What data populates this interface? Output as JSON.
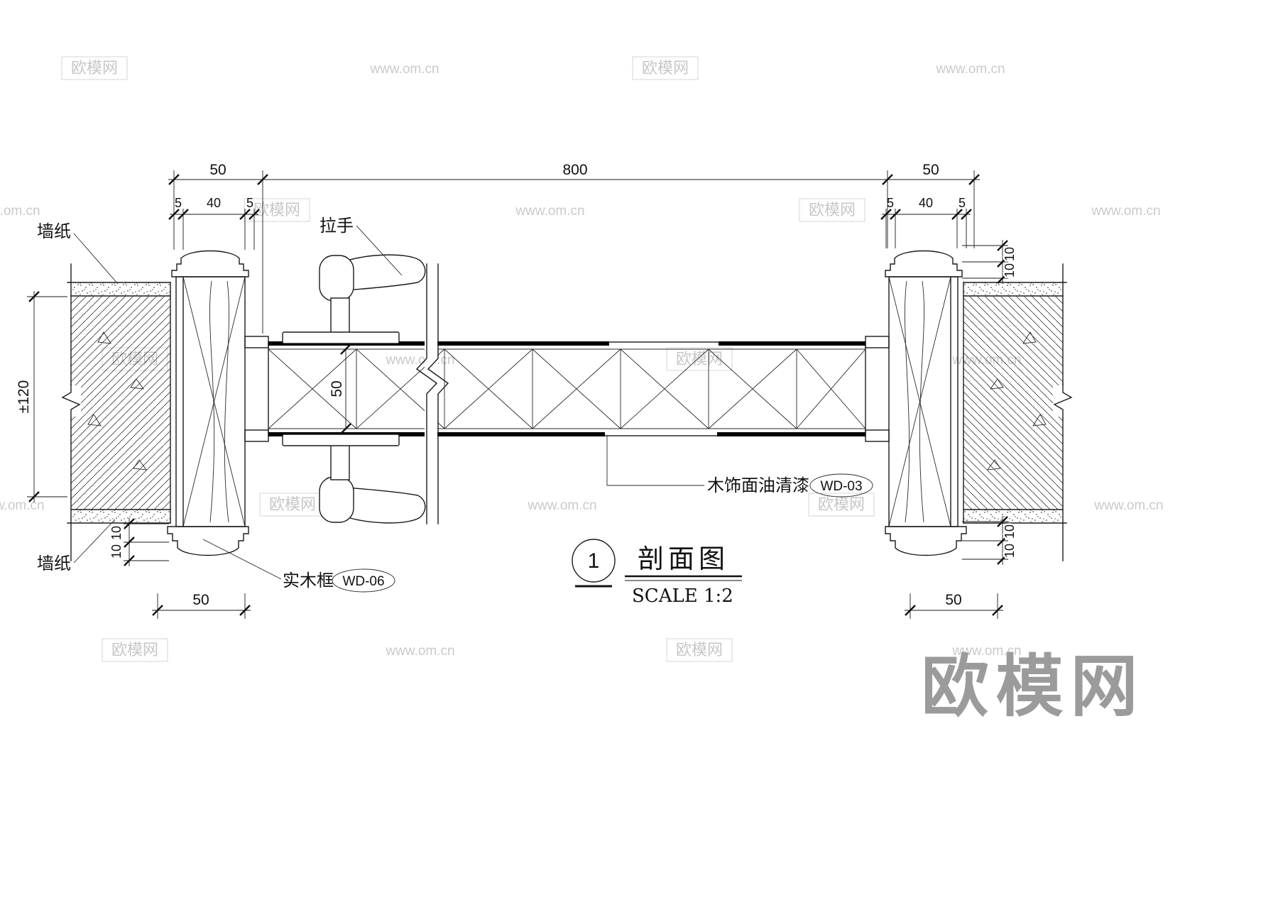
{
  "watermark": {
    "brand": "欧模网",
    "url": "www.om.cn"
  },
  "title_block": {
    "number": "1",
    "title": "剖面图",
    "scale": "SCALE 1:2"
  },
  "labels": {
    "wallpaper_top": "墙纸",
    "wallpaper_bottom": "墙纸",
    "handle": "拉手",
    "solid_wood_frame": "实木框",
    "solid_wood_frame_code": "WD-06",
    "wood_veneer_finish": "木饰面油清漆",
    "wood_veneer_finish_code": "WD-03"
  },
  "dimensions": {
    "top_left": "50",
    "top_center": "800",
    "top_right": "50",
    "sub_left": [
      "5",
      "40",
      "5"
    ],
    "sub_right": [
      "5",
      "40",
      "5"
    ],
    "wall_thickness": "±120",
    "door_core": "50",
    "steps_bottom_left": [
      "10",
      "10"
    ],
    "steps_top_right": [
      "10",
      "10"
    ],
    "steps_bottom_right": [
      "10",
      "10"
    ],
    "bottom_left": "50",
    "bottom_right": "50"
  }
}
